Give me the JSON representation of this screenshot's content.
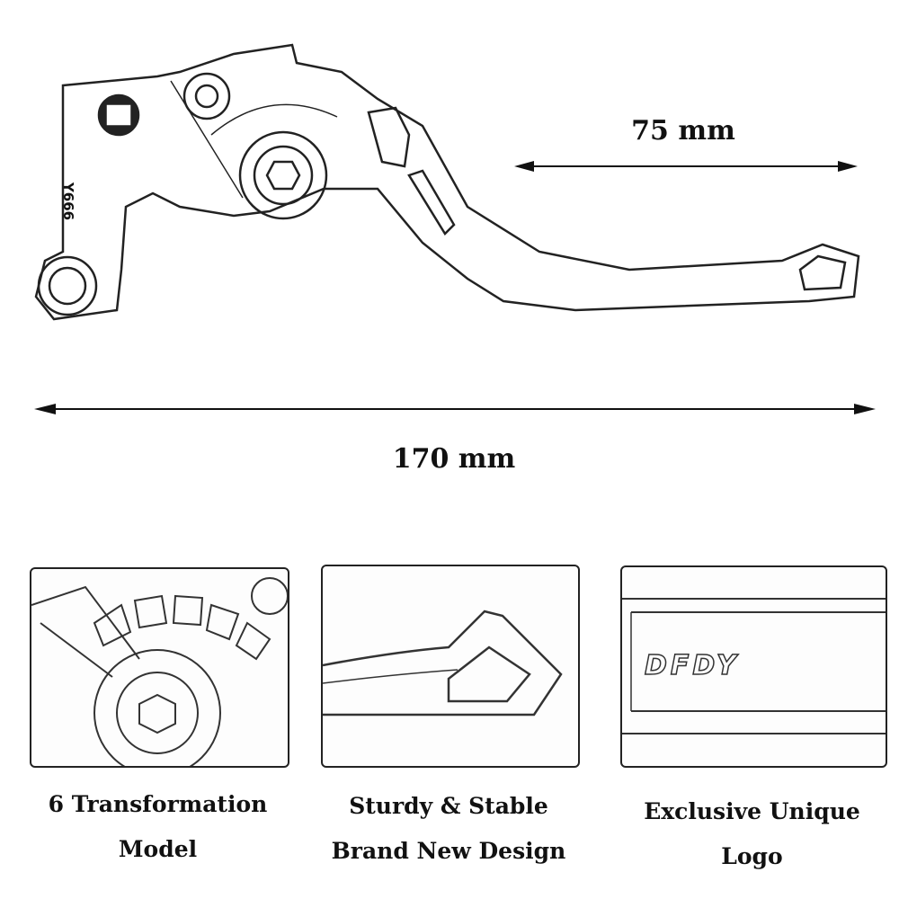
{
  "lever": {
    "engraving": "Y666"
  },
  "dimensions": {
    "blade_length": "75 mm",
    "total_length": "170 mm"
  },
  "features": [
    {
      "line1": "6 Transformation",
      "line2": "Model"
    },
    {
      "line1": "Sturdy & Stable",
      "line2": "Brand New Design"
    },
    {
      "line1": "Exclusive Unique",
      "line2": "Logo"
    }
  ],
  "logo_text": "DFDY"
}
